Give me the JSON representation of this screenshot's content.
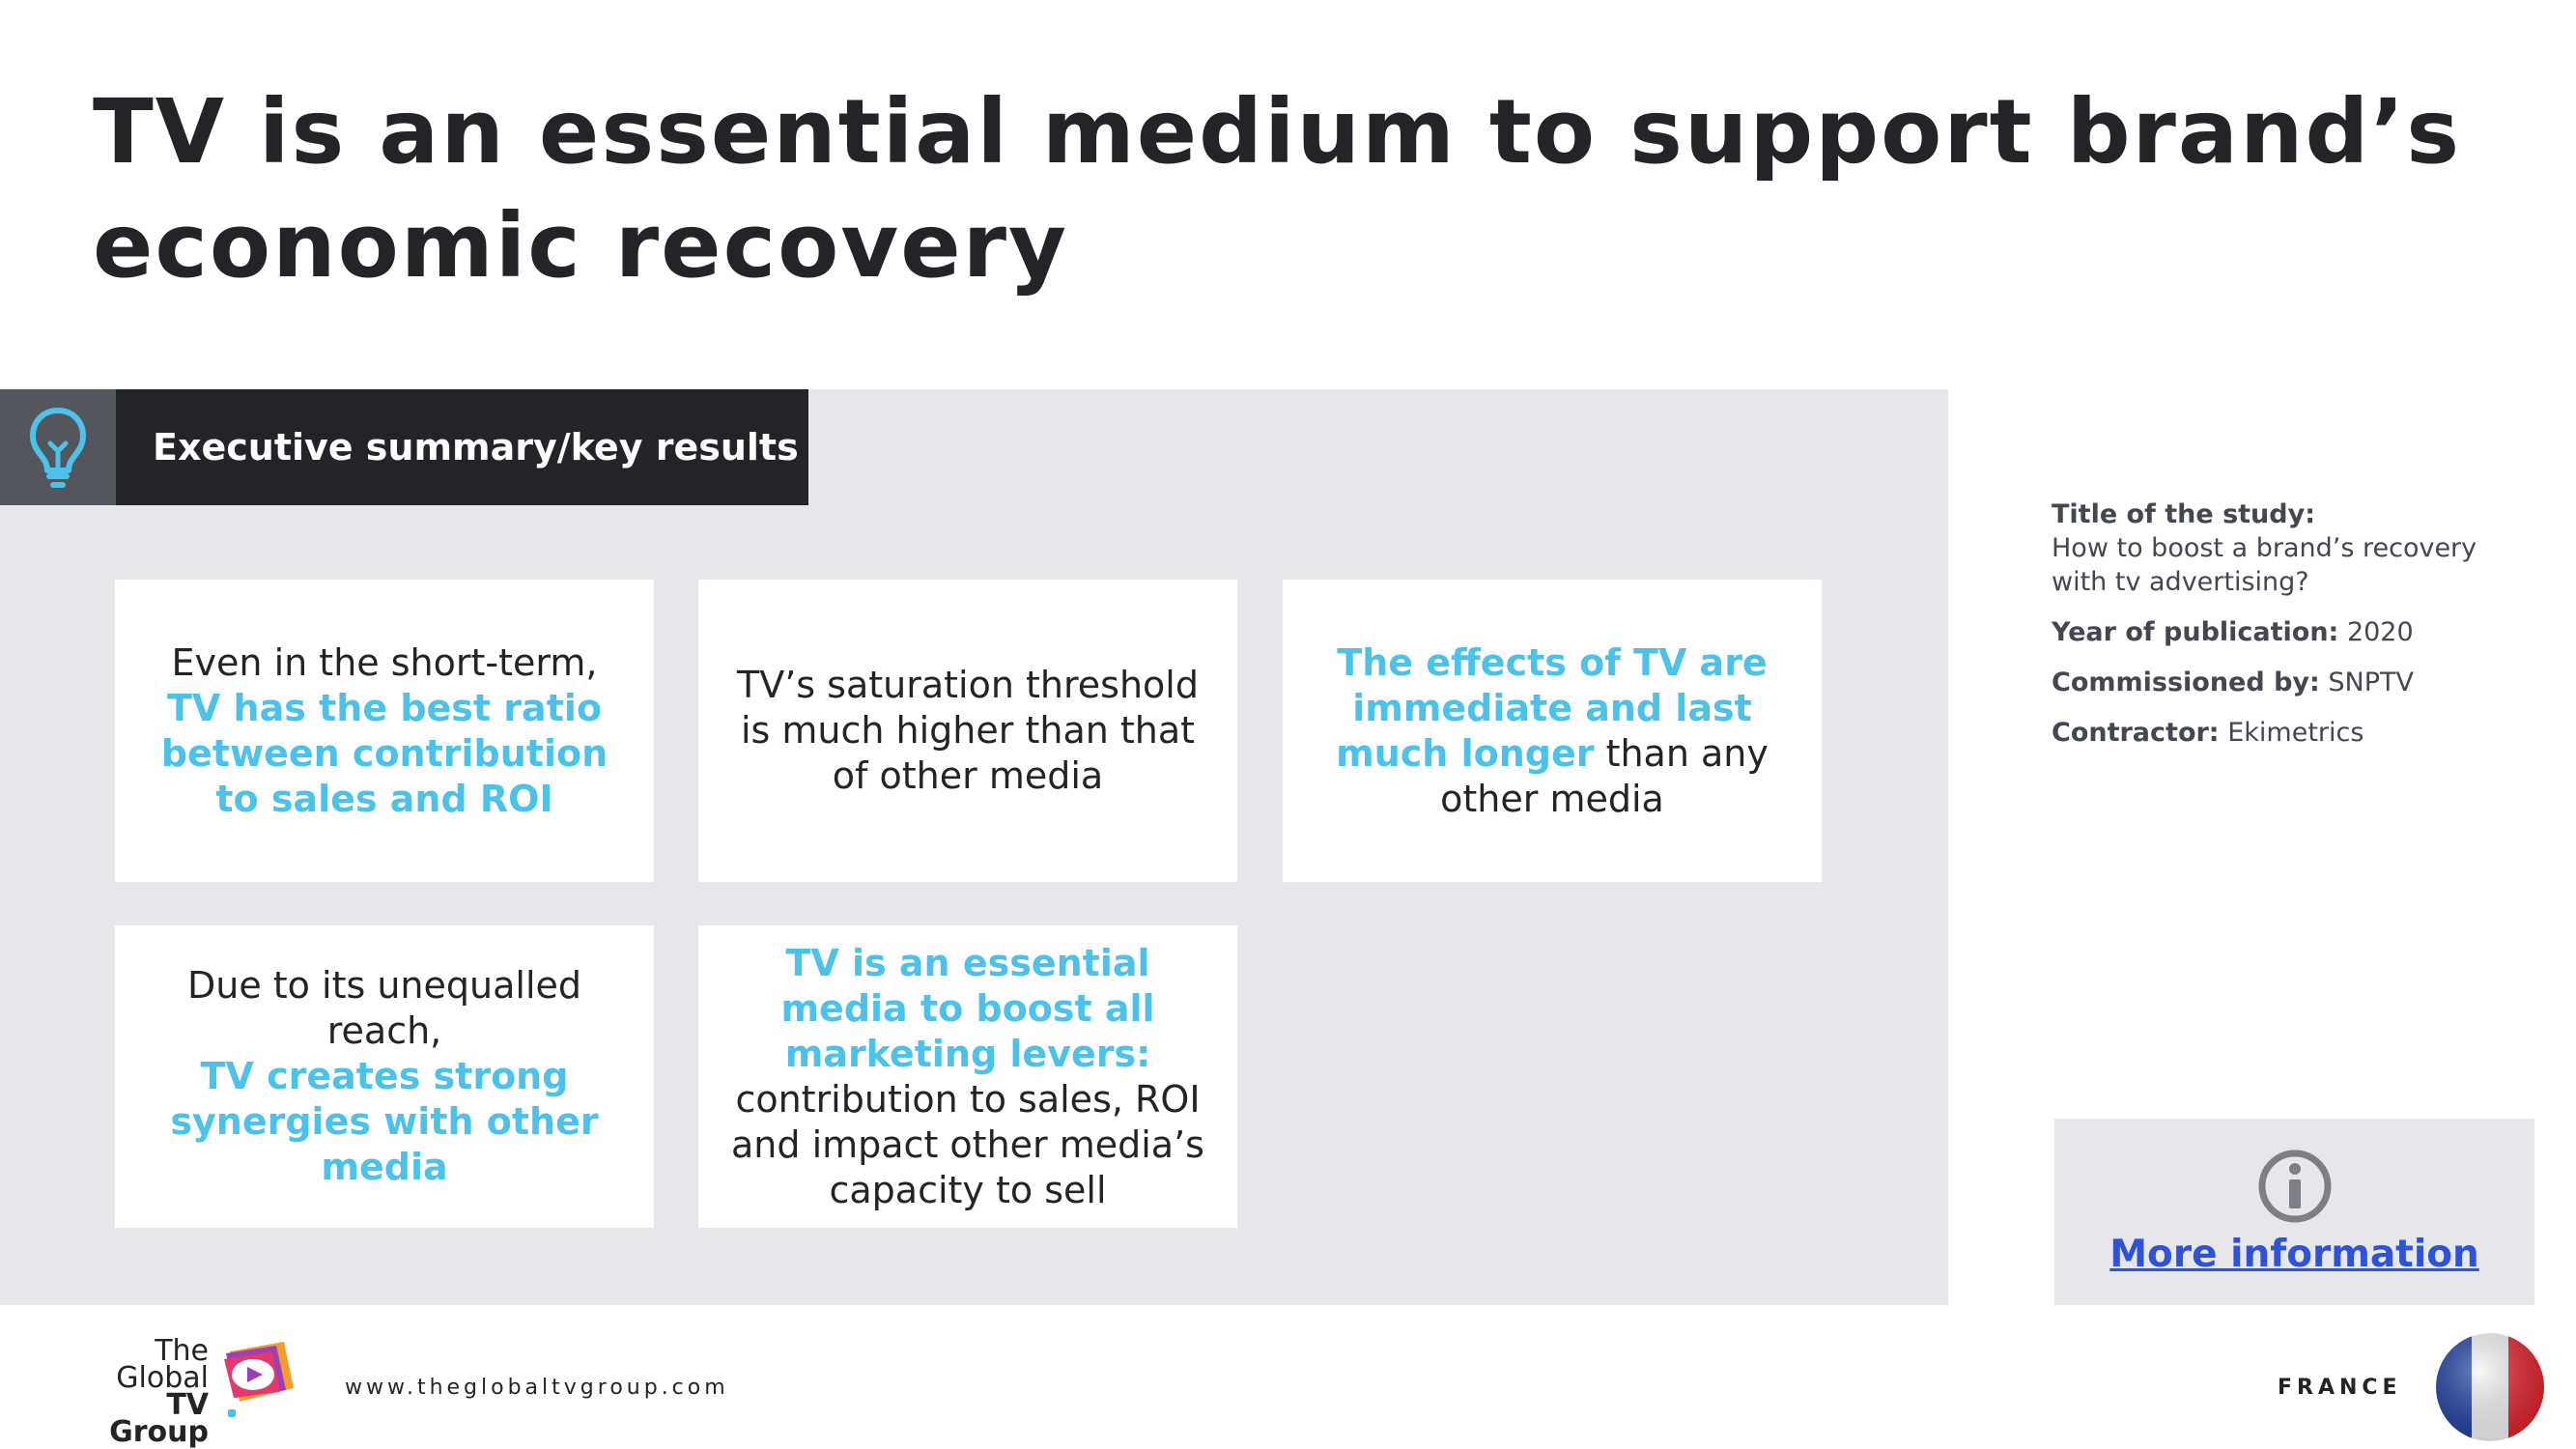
{
  "page": {
    "title_line1": "TV is an essential medium to support brand’s",
    "title_line2": "economic recovery"
  },
  "summary": {
    "header_label": "Executive summary/key results",
    "header_icon": "lightbulb-icon",
    "cards": [
      {
        "pre": "Even in the short-term,",
        "hl": "TV has the best ratio between contribution to sales and ROI",
        "post": ""
      },
      {
        "pre": "TV’s saturation threshold is much higher than that of other media",
        "hl": "",
        "post": ""
      },
      {
        "pre": "",
        "hl": "The effects of TV are immediate and last much longer",
        "post": " than any other media"
      },
      {
        "pre": "Due to its unequalled reach,",
        "hl": "TV creates strong synergies with other media",
        "post": ""
      },
      {
        "pre": "",
        "hl": "TV is an essential media to boost all marketing levers:",
        "post": " contribution to sales, ROI and impact other media’s capacity to sell"
      }
    ]
  },
  "study": {
    "title_label": "Title of the study:",
    "title_value": "How to boost a brand’s recovery with tv advertising?",
    "year_label": "Year of publication:",
    "year_value": "2020",
    "commissioned_label": "Commissioned by:",
    "commissioned_value": "SNPTV",
    "contractor_label": "Contractor:",
    "contractor_value": "Ekimetrics"
  },
  "more_info": {
    "icon": "info-icon",
    "label": "More information"
  },
  "footer": {
    "logo_line1": "The",
    "logo_line2": "Global",
    "logo_line3": "TV Group",
    "website": "www.theglobaltvgroup.com",
    "country": "FRANCE",
    "flag_icon": "france-flag-icon"
  },
  "colors": {
    "accent": "#4cc1ea",
    "dark": "#222428",
    "panel": "#e7e7eb",
    "link": "#2e53d6"
  }
}
